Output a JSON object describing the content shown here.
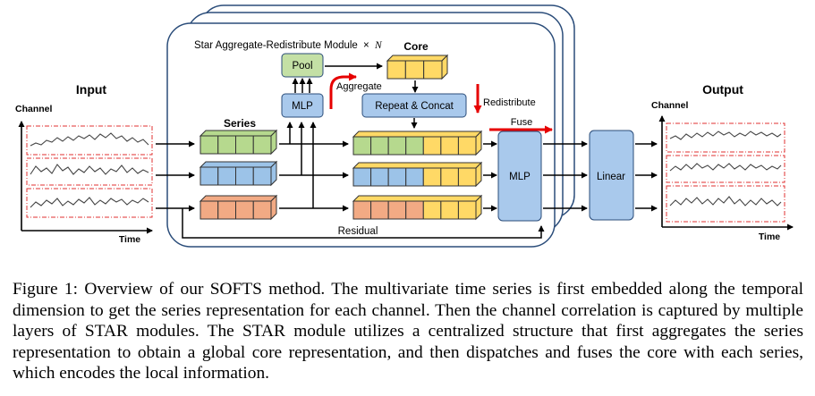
{
  "figure": {
    "labels": {
      "input": "Input",
      "output": "Output",
      "channel_in": "Channel",
      "time_in": "Time",
      "channel_out": "Channel",
      "time_out": "Time",
      "module_title": "Star Aggregate-Redistribute Module",
      "module_times": "×",
      "module_n": "N",
      "core": "Core",
      "series": "Series",
      "pool": "Pool",
      "mlp_left": "MLP",
      "aggregate": "Aggregate",
      "repeat_concat": "Repeat & Concat",
      "redistribute": "Redistribute",
      "fuse": "Fuse",
      "mlp_right": "MLP",
      "linear": "Linear",
      "residual": "Residual"
    },
    "colors": {
      "green": "#b6d98e",
      "blue": "#9cc3e8",
      "orange": "#f2aa84",
      "yellow": "#ffd966",
      "box_blue": "#a9c9ec",
      "pool_green": "#c4e0a5",
      "red": "#e60000",
      "dash_red": "#e03030"
    }
  },
  "caption": "Figure 1: Overview of our SOFTS method. The multivariate time series is first embedded along the temporal dimension to get the series representation for each channel. Then the channel correlation is captured by multiple layers of STAR modules. The STAR module utilizes a centralized structure that first aggregates the series representation to obtain a global core representation, and then dispatches and fuses the core with each series, which encodes the local information."
}
